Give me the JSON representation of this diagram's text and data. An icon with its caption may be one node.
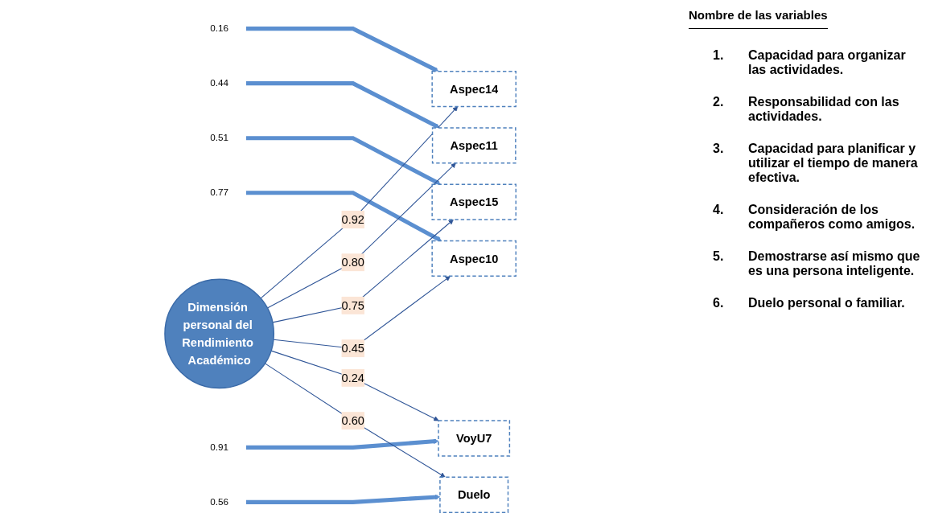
{
  "diagram": {
    "nodes": [
      {
        "text": [
          "0.16"
        ]
      },
      {
        "text": [
          "Aspec14"
        ]
      },
      {
        "text": [
          "0.44"
        ]
      },
      {
        "text": [
          "Aspec11"
        ]
      },
      {
        "text": [
          "0.51"
        ]
      },
      {
        "text": [
          "Aspec15"
        ]
      },
      {
        "text": [
          "0.77"
        ]
      },
      {
        "text": [
          "Aspec10"
        ]
      },
      {
        "text": [
          "0.91"
        ]
      },
      {
        "text": [
          "VoyU7"
        ]
      },
      {
        "text": [
          "0.56"
        ]
      },
      {
        "text": [
          "Duelo"
        ]
      },
      {
        "text": [
          "Dimensión personal del Rendimiento Académico"
        ]
      }
    ],
    "edges": [
      {
        "from": 0,
        "to": 1,
        "arrow": "to",
        "style": "thick",
        "color": "#5b8fd0"
      },
      {
        "from": 2,
        "to": 3,
        "arrow": "to",
        "style": "thick",
        "color": "#5b8fd0"
      },
      {
        "from": 4,
        "to": 5,
        "arrow": "to",
        "style": "thick",
        "color": "#5b8fd0"
      },
      {
        "from": 6,
        "to": 7,
        "arrow": "to",
        "style": "thick",
        "color": "#5b8fd0"
      },
      {
        "from": 8,
        "to": 9,
        "arrow": "to",
        "style": "thick",
        "color": "#5b8fd0"
      },
      {
        "from": 10,
        "to": 11,
        "arrow": "to",
        "style": "thick",
        "color": "#5b8fd0"
      },
      {
        "from": 12,
        "to": 1,
        "arrow": "to",
        "label": "0.92"
      },
      {
        "from": 12,
        "to": 3,
        "arrow": "to",
        "label": "0.80"
      },
      {
        "from": 12,
        "to": 5,
        "arrow": "to",
        "label": "0.75"
      },
      {
        "from": 12,
        "to": 7,
        "arrow": "to",
        "label": "0.45"
      },
      {
        "from": 12,
        "to": 9,
        "arrow": "to",
        "label": "0.24"
      },
      {
        "from": 12,
        "to": 11,
        "arrow": "to",
        "label": "0.60"
      }
    ],
    "labels": [
      "Nombre de las variables",
      "1.",
      "Capacidad para organizar las actividades.",
      "2.",
      "Responsabilidad con las actividades.",
      "3.",
      "Capacidad para planificar y utilizar el tiempo de manera efectiva.",
      "4.",
      "Consideración de los compañeros como amigos.",
      "5.",
      "Demostrarse así mismo que es una persona inteligente.",
      "6.",
      "Duelo personal o familiar."
    ]
  }
}
